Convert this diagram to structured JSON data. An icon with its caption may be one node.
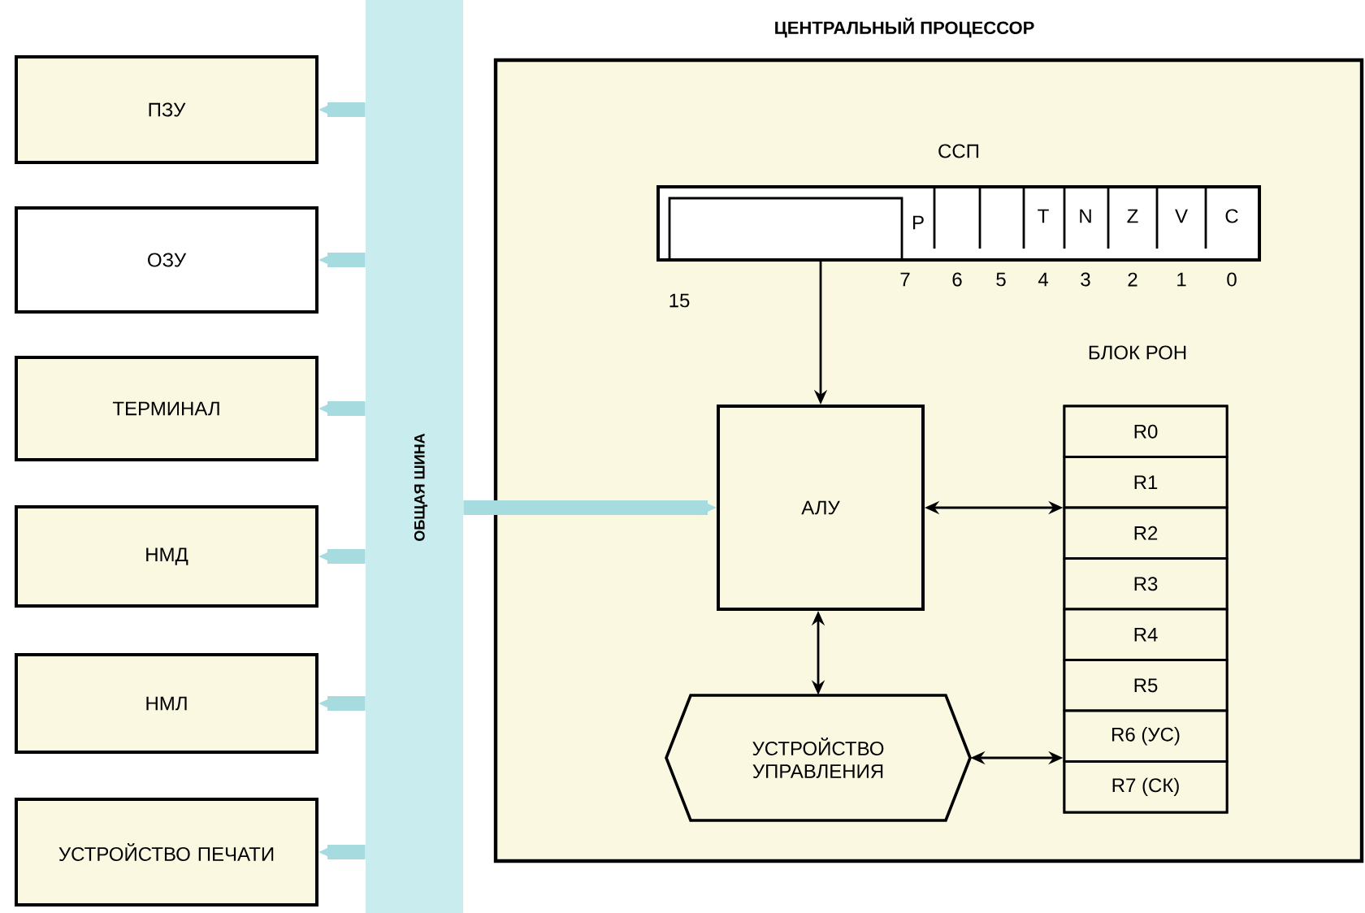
{
  "diagram": {
    "nodes": [
      {
        "text": [
          "ПЗУ"
        ]
      },
      {
        "text": [
          "ОЗУ"
        ]
      },
      {
        "text": [
          "ТЕРМИНАЛ"
        ]
      },
      {
        "text": [
          "НМД"
        ]
      },
      {
        "text": [
          "НМЛ"
        ]
      },
      {
        "text": [
          "УСТРОЙСТВО ПЕЧАТИ"
        ]
      },
      {
        "text": [
          "ОБЩАЯ ШИНА"
        ]
      },
      {
        "text": [
          "ЦЕНТРАЛЬНЫЙ ПРОЦЕССОР"
        ]
      },
      {
        "text": [
          "ССП"
        ],
        "in": 7
      },
      {
        "text": [
          "АЛУ"
        ],
        "in": 7
      },
      {
        "text": [
          "БЛОК РОН"
        ],
        "in": 7
      },
      {
        "text": [
          "R0"
        ],
        "in": 10
      },
      {
        "text": [
          "R1"
        ],
        "in": 10
      },
      {
        "text": [
          "R2"
        ],
        "in": 10
      },
      {
        "text": [
          "R3"
        ],
        "in": 10
      },
      {
        "text": [
          "R4"
        ],
        "in": 10
      },
      {
        "text": [
          "R5"
        ],
        "in": 10
      },
      {
        "text": [
          "R6 (УС)"
        ],
        "in": 10
      },
      {
        "text": [
          "R7 (СК)"
        ],
        "in": 10
      },
      {
        "text": [
          "УСТРОЙСТВО УПРАВЛЕНИЯ"
        ],
        "in": 7
      }
    ],
    "edges": [
      {
        "from": 6,
        "to": 0,
        "arrow": "to"
      },
      {
        "from": 6,
        "to": 1,
        "arrow": "to"
      },
      {
        "from": 6,
        "to": 2,
        "arrow": "to"
      },
      {
        "from": 6,
        "to": 3,
        "arrow": "to"
      },
      {
        "from": 6,
        "to": 4,
        "arrow": "to"
      },
      {
        "from": 6,
        "to": 5,
        "arrow": "to"
      },
      {
        "from": 6,
        "to": 9,
        "arrow": "to"
      },
      {
        "from": 8,
        "to": 9,
        "arrow": "to",
        "color": "#000000"
      },
      {
        "from": 9,
        "to": 10,
        "arrow": "both",
        "color": "#000000"
      },
      {
        "from": 9,
        "to": 19,
        "arrow": "both",
        "color": "#000000"
      },
      {
        "from": 19,
        "to": 10,
        "arrow": "both",
        "color": "#000000"
      }
    ],
    "labels": [
      "P",
      "T",
      "N",
      "Z",
      "V",
      "C",
      "15",
      "7",
      "6",
      "5",
      "4",
      "3",
      "2",
      "1",
      "0"
    ]
  }
}
